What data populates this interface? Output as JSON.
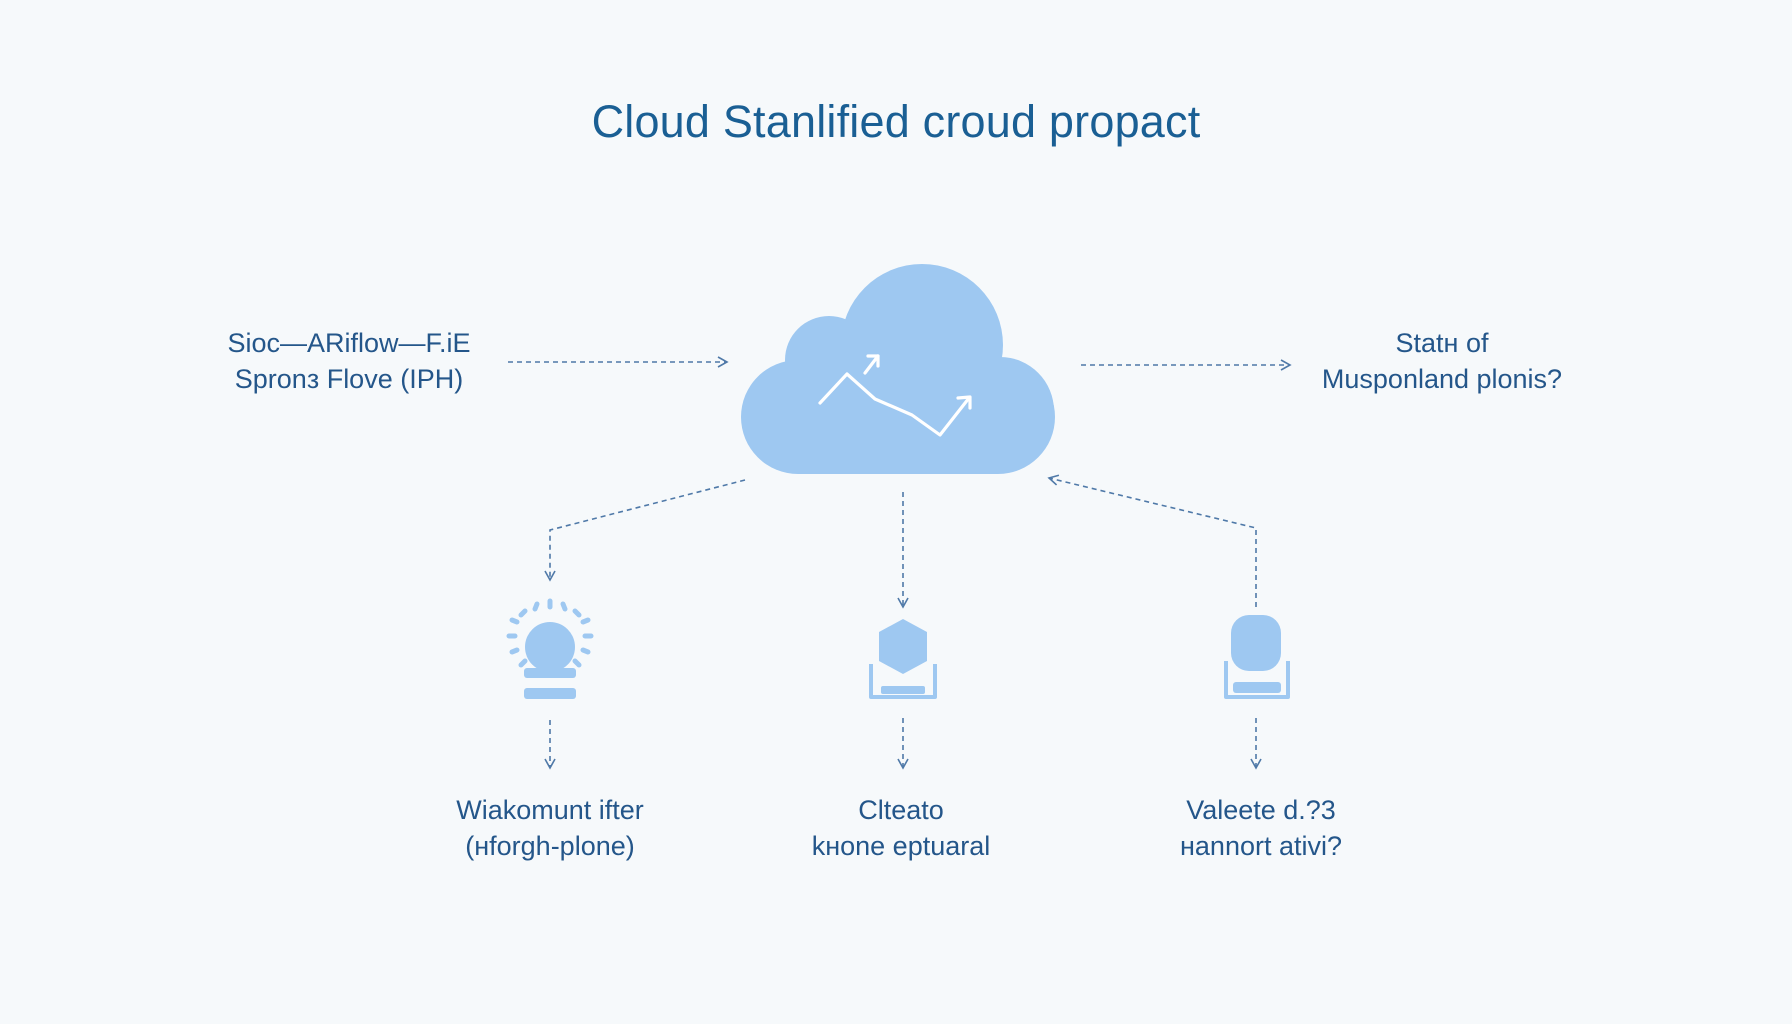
{
  "title": "Cloud Stanlified croud propact",
  "colors": {
    "title": "#1a5f94",
    "text": "#24568a",
    "icon_fill": "#9ec8f1",
    "arrow": "#4f79a8",
    "background": "#f6f9fb"
  },
  "nodes": {
    "left": {
      "line1": "Sioc—ARiflow—F.iE",
      "line2": "Spronз Flove (IPH)"
    },
    "right": {
      "line1": "Statн of",
      "line2": "Musponland plonis?"
    },
    "bottom_left": {
      "icon": "sensor-device-icon",
      "line1": "Wiakomunt ifter",
      "line2": "(нforgh-plone)"
    },
    "bottom_center": {
      "icon": "device-icon",
      "line1": "Clteato",
      "line2": "kнone eptuaral"
    },
    "bottom_right": {
      "icon": "database-icon",
      "line1": "Valeete d.?3",
      "line2": "нannort ativi?"
    },
    "center": {
      "icon": "cloud-trend-icon"
    }
  }
}
